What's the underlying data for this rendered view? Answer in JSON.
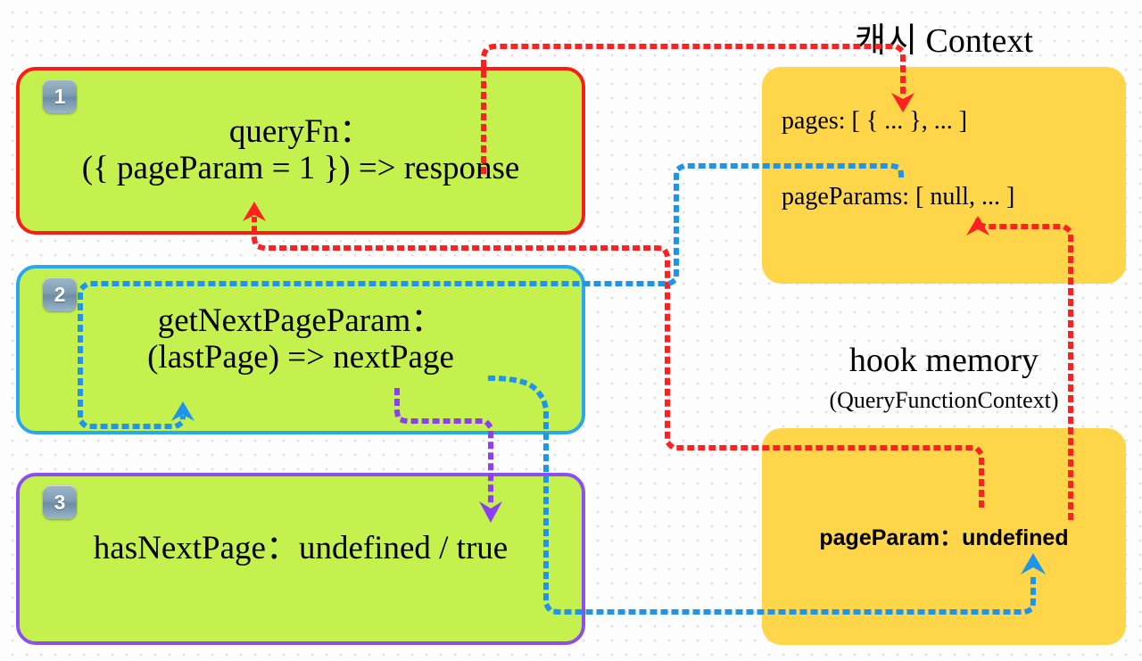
{
  "diagram": {
    "title_cache": "캐시 Context",
    "title_hook": "hook memory",
    "title_hook_sub": "(QueryFunctionContext)",
    "colors": {
      "box_fill_green": "#c4f14e",
      "box_fill_yellow": "#ffd64a",
      "border_red": "#fd1c15",
      "border_blue": "#29a7ef",
      "border_purple": "#8b4ff0",
      "wire_red": "#ff2020",
      "wire_blue": "#1e94ea",
      "wire_purple": "#8b3ff0",
      "background": "#fdfdfd"
    },
    "steps": [
      {
        "badge": "1",
        "line1": "queryFn：",
        "line2": "({ pageParam = 1 }) => response",
        "border": "#fd1c15"
      },
      {
        "badge": "2",
        "line1": "getNextPageParam：",
        "line2": "(lastPage) => nextPage",
        "border": "#29a7ef"
      },
      {
        "badge": "3",
        "line1": "hasNextPage：undefined / true",
        "line2": "",
        "border": "#8b4ff0"
      }
    ],
    "cache_panel": {
      "pages": "pages: [ { ... }, ... ]",
      "page_params": "pageParams: [ null, ... ]"
    },
    "hook_panel": {
      "page_param": "pageParam：undefined"
    }
  }
}
